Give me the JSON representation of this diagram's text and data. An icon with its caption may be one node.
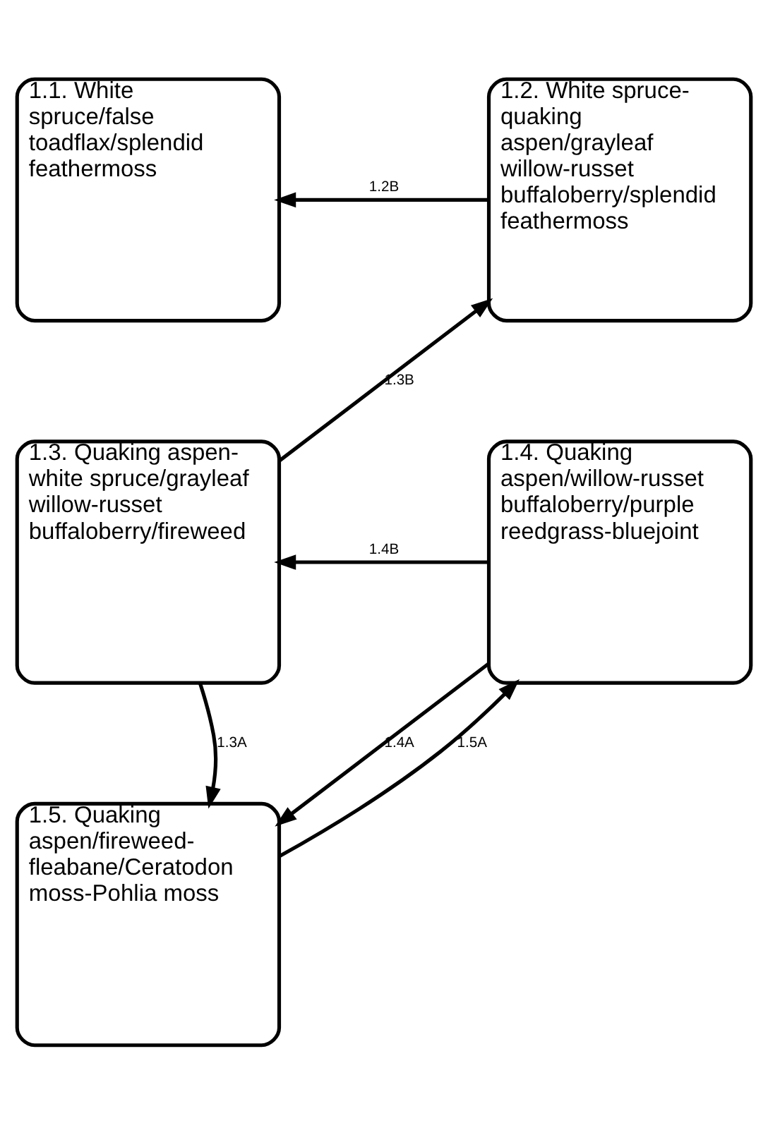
{
  "diagram": {
    "nodes": [
      {
        "text": [
          "1.1. White spruce/false toadflax/splendid feathermoss"
        ]
      },
      {
        "text": [
          "1.2. White spruce-quaking aspen/grayleaf willow-russet buffaloberry/splendid feathermoss"
        ]
      },
      {
        "text": [
          "1.3. Quaking aspen-white spruce/grayleaf willow-russet buffaloberry/fireweed"
        ]
      },
      {
        "text": [
          "1.4. Quaking aspen/willow-russet buffaloberry/purple reedgrass-bluejoint"
        ]
      },
      {
        "text": [
          "1.5. Quaking aspen/fireweed-fleabane/Ceratodon moss-Pohlia moss"
        ]
      }
    ],
    "edges": [
      {
        "from": 1,
        "to": 0,
        "arrow": "to",
        "label": "1.2B"
      },
      {
        "from": 2,
        "to": 1,
        "arrow": "to",
        "label": "1.3B"
      },
      {
        "from": 3,
        "to": 2,
        "arrow": "to",
        "label": "1.4B"
      },
      {
        "from": 2,
        "to": 4,
        "arrow": "to",
        "label": "1.3A"
      },
      {
        "from": 3,
        "to": 4,
        "arrow": "to",
        "label": "1.4A"
      },
      {
        "from": 4,
        "to": 3,
        "arrow": "to",
        "label": "1.5A"
      }
    ]
  }
}
